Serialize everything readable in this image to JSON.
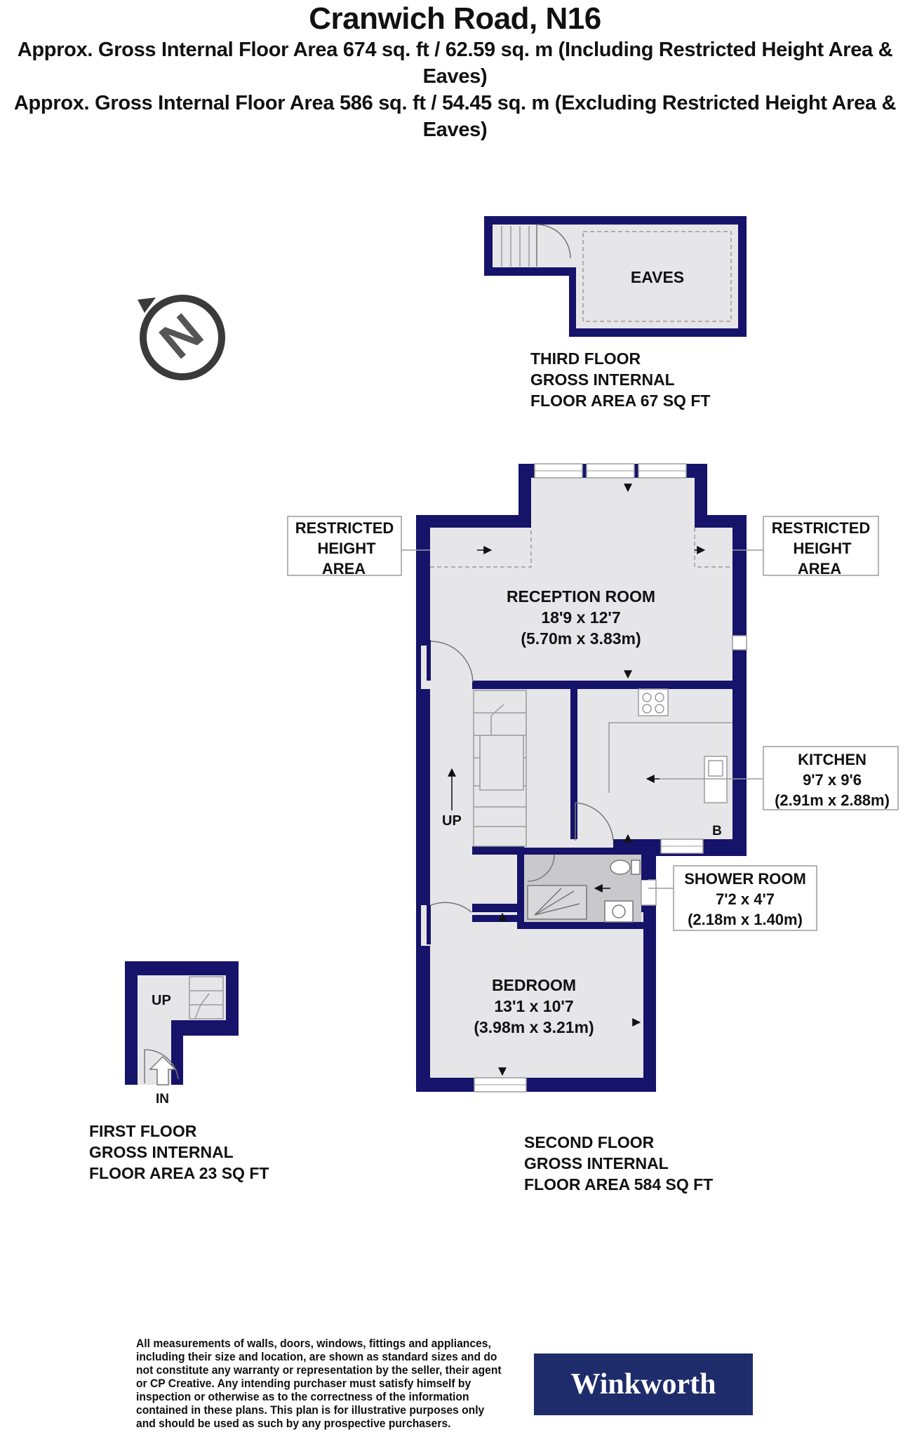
{
  "header": {
    "title": "Cranwich Road, N16",
    "line1": "Approx. Gross Internal Floor Area 674 sq. ft / 62.59 sq. m (Including Restricted Height Area & Eaves)",
    "line2": "Approx. Gross Internal Floor Area 586 sq. ft / 54.45 sq. m (Excluding Restricted Height Area & Eaves)"
  },
  "third_floor": {
    "eaves": "EAVES",
    "caption": [
      "THIRD FLOOR",
      "GROSS INTERNAL",
      "FLOOR AREA 67 SQ FT"
    ]
  },
  "restricted_left": [
    "RESTRICTED",
    "HEIGHT",
    "AREA"
  ],
  "restricted_right": [
    "RESTRICTED",
    "HEIGHT",
    "AREA"
  ],
  "reception": {
    "name": "RECEPTION ROOM",
    "imperial": "18'9 x 12'7",
    "metric": "(5.70m x 3.83m)"
  },
  "kitchen": {
    "name": "KITCHEN",
    "imperial": "9'7 x 9'6",
    "metric": "(2.91m x 2.88m)",
    "boiler": "B"
  },
  "shower": {
    "name": "SHOWER ROOM",
    "imperial": "7'2 x 4'7",
    "metric": "(2.18m x 1.40m)"
  },
  "bedroom": {
    "name": "BEDROOM",
    "imperial": "13'1 x 10'7",
    "metric": "(3.98m x 3.21m)"
  },
  "stairs": {
    "up_second": "UP",
    "up_first": "UP",
    "entrance": "IN"
  },
  "compass": {
    "letter": "N"
  },
  "first_floor": {
    "caption": [
      "FIRST FLOOR",
      "GROSS INTERNAL",
      "FLOOR AREA 23 SQ FT"
    ]
  },
  "second_floor": {
    "caption": [
      "SECOND FLOOR",
      "GROSS INTERNAL",
      "FLOOR AREA 584 SQ FT"
    ]
  },
  "disclaimer": "All measurements of walls, doors, windows, fittings and appliances, including their size and location, are shown as standard sizes and do not constitute any warranty or representation by the seller, their agent or CP Creative. Any intending purchaser must satisfy himself by inspection or otherwise as to the correctness of the information contained in these plans. This plan is for illustrative purposes only and should be used as such by any prospective purchasers.",
  "brand": "Winkworth",
  "colors": {
    "wall": "#16136a",
    "floor": "#e6e6e8",
    "shower": "#c9c9cb",
    "text": "#111111",
    "brand": "#1f2c6b"
  }
}
